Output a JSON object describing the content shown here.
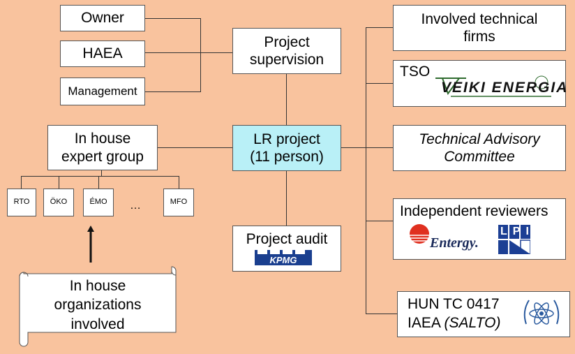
{
  "boxes": {
    "owner": "Owner",
    "haea": "HAEA",
    "management": "Management",
    "project_supervision": "Project supervision",
    "lr_project": "LR project (11 person)",
    "in_house_expert_group": "In house expert group",
    "project_audit": "Project audit",
    "involved_technical_firms": "Involved technical firms",
    "tso": "TSO",
    "technical_advisory_committee": "Technical Advisory Committee",
    "independent_reviewers": "Independent reviewers",
    "hun_tc": "HUN TC 0417",
    "iaea_prefix": "IAEA ",
    "iaea_salto": "(SALTO)",
    "in_house_organizations": "In house organizations involved"
  },
  "units": [
    "RTO",
    "ÖKO",
    "ÉMO",
    "MFO"
  ],
  "ellipsis": "…",
  "logos": {
    "veiki": "VEIKI ENERGIA",
    "kpmg": "KPMG",
    "entergy": "Entergy.",
    "lpi": "LPI"
  },
  "colors": {
    "background": "#f9c39e",
    "lr_project_fill": "#b9f0f7",
    "entergy_red": "#e03020",
    "kpmg_blue": "#1a3f8f",
    "lpi_blue": "#1c3f94",
    "iaea_blue": "#2a5a9e",
    "veiki_green": "#2e6b2e"
  }
}
